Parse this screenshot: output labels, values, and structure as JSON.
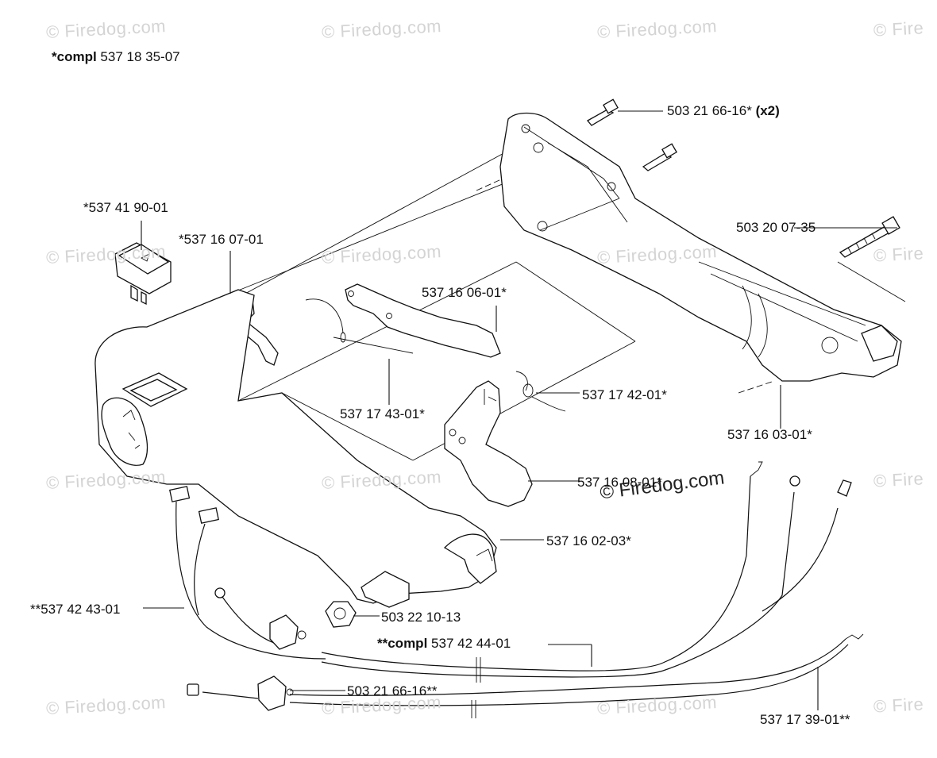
{
  "header": {
    "kit_prefix": "*compl",
    "kit_number": "537 18 35-07"
  },
  "watermark": {
    "text": "© Firedog.com",
    "truncated": "© Fire"
  },
  "labels": {
    "screw_top": {
      "number": "503 21 66-16*",
      "qty": "(x2)"
    },
    "screw_right": "503 20 07-35",
    "switch": "*537 41 90-01",
    "lever": "*537 16 07-01",
    "throttle_plate": "537 16 06-01*",
    "spring": "537 17 42-01*",
    "pin": "537 17 43-01*",
    "handle_right": "537 16 03-01*",
    "trigger": "537 16 08-01*",
    "handle_left": "537 16 02-03*",
    "wire_left": "**537 42 43-01",
    "nut": "503 22 10-13",
    "cable_kit": {
      "prefix": "**compl",
      "number": "537 42 44-01"
    },
    "screw_bottom": "503 21 66-16**",
    "cable_right": "537 17 39-01**"
  }
}
